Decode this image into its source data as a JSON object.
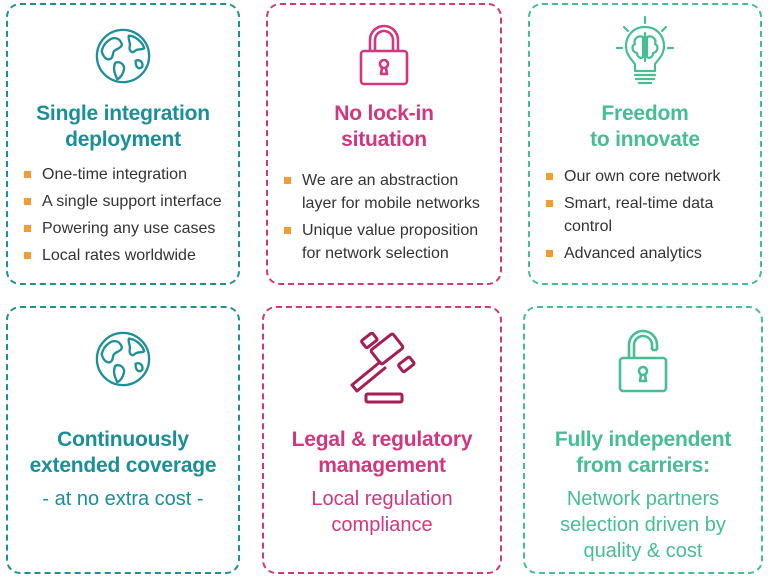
{
  "cards": [
    {
      "icon": "globe-icon",
      "title": [
        "Single integration",
        "deployment"
      ],
      "bullets": [
        "One-time integration",
        "A single support interface",
        "Powering any use cases",
        "Local rates worldwide"
      ]
    },
    {
      "icon": "padlock-locked-icon",
      "title": [
        "No lock-in",
        "situation"
      ],
      "bullets": [
        "We are an abstraction layer for mobile networks",
        "Unique value proposition for network selection"
      ]
    },
    {
      "icon": "lightbulb-brain-icon",
      "title": [
        "Freedom",
        "to innovate"
      ],
      "bullets": [
        "Our own core network",
        "Smart, real-time data control",
        "Advanced analytics"
      ]
    },
    {
      "icon": "globe-icon",
      "title": [
        "Continuously",
        "extended coverage"
      ],
      "subtitle": [
        "- at no extra cost -"
      ]
    },
    {
      "icon": "gavel-icon",
      "title": [
        "Legal & regulatory",
        "management"
      ],
      "subtitle": [
        "Local regulation",
        "compliance"
      ]
    },
    {
      "icon": "padlock-open-icon",
      "title": [
        "Fully independent",
        "from carriers:"
      ],
      "subtitle": [
        "Network partners",
        "selection driven by",
        "quality & cost"
      ]
    }
  ],
  "colors": {
    "teal": "#1e8f98",
    "pink": "#d1377f",
    "green": "#47bd92",
    "gavel": "#a31f55",
    "bullet": "#f29c33"
  }
}
